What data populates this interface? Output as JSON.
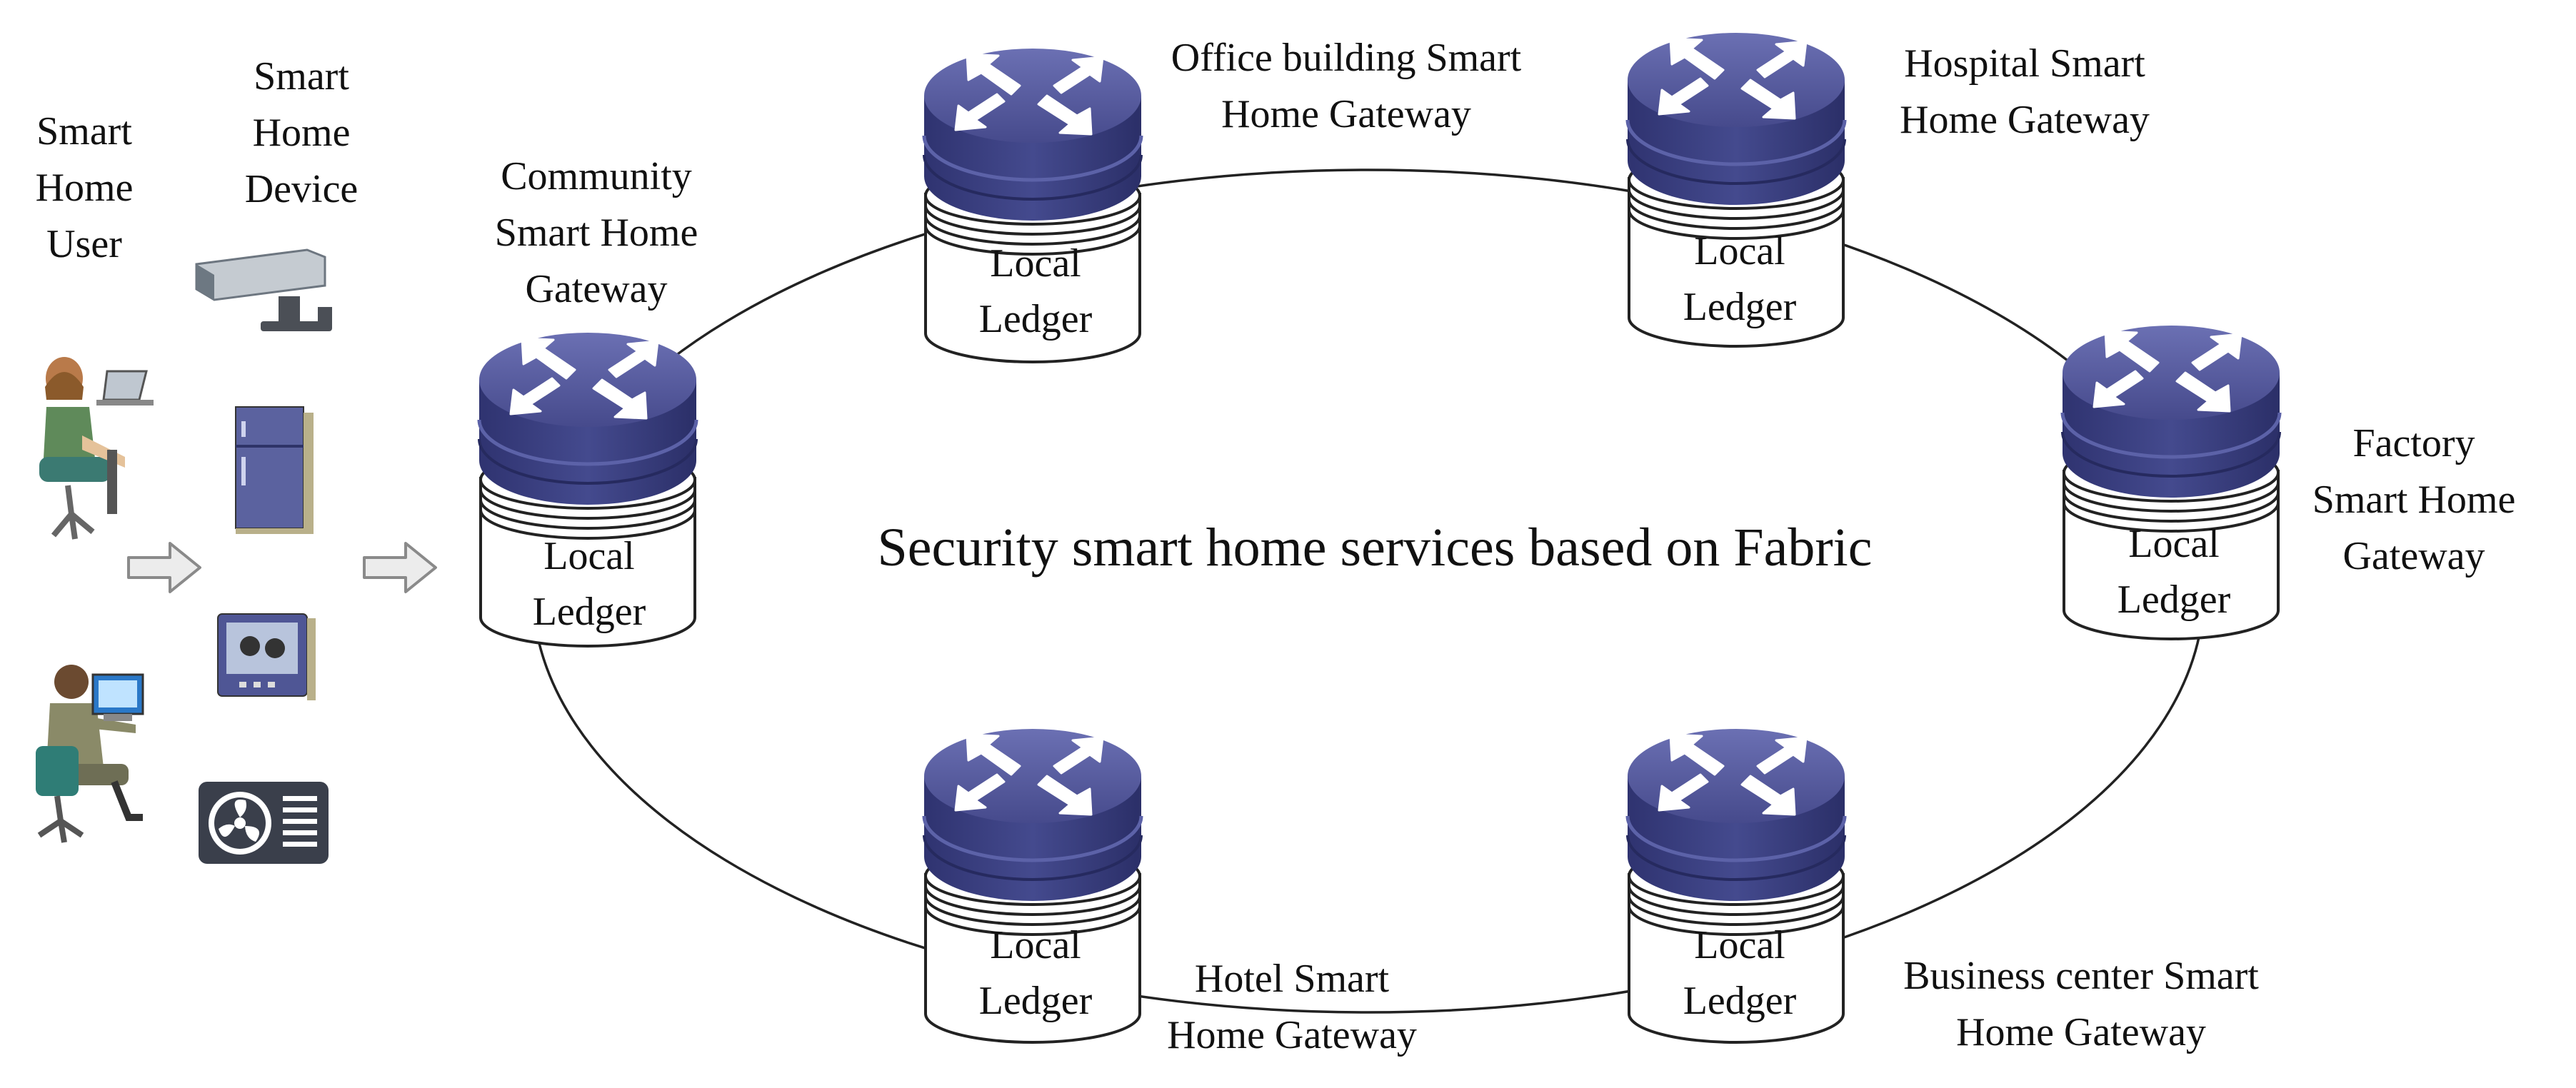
{
  "center_title": "Security smart home services based on Fabric",
  "user_label": [
    "Smart",
    "Home",
    "User"
  ],
  "device_label": [
    "Smart",
    "Home",
    "Device"
  ],
  "ledger_label": [
    "Local",
    "Ledger"
  ],
  "gateways": {
    "community": [
      "Community",
      "Smart Home",
      "Gateway"
    ],
    "office": [
      "Office building Smart",
      "Home Gateway"
    ],
    "hospital": [
      "Hospital Smart",
      "Home Gateway"
    ],
    "factory": [
      "Factory",
      "Smart Home",
      "Gateway"
    ],
    "hotel": [
      "Hotel Smart",
      "Home Gateway"
    ],
    "business": [
      "Business center Smart",
      "Home Gateway"
    ]
  },
  "device_icons": [
    "security-camera-icon",
    "refrigerator-icon",
    "television-icon",
    "air-conditioner-icon"
  ],
  "user_icons": [
    "woman-at-laptop-icon",
    "man-at-computer-icon"
  ],
  "colors": {
    "router_top": "#5a5f9e",
    "router_body": "#3b3f7d",
    "router_arrows": "#ffffff",
    "ring_line": "#222222"
  }
}
